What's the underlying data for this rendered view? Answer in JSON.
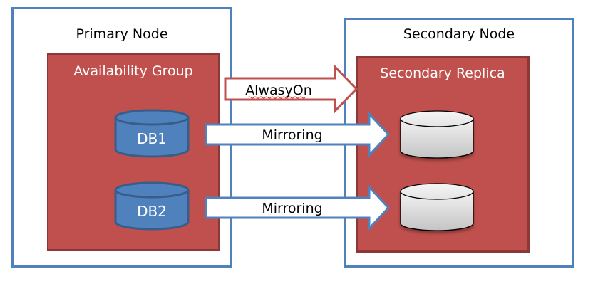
{
  "primary_node": {
    "title": "Primary Node",
    "group_title": "Availability Group",
    "databases": [
      {
        "label": "DB1"
      },
      {
        "label": "DB2"
      }
    ]
  },
  "secondary_node": {
    "title": "Secondary Node",
    "replica_title": "Secondary Replica",
    "databases": [
      {
        "label": ""
      },
      {
        "label": ""
      }
    ]
  },
  "arrows": {
    "alwayson": {
      "label": "AlwasyOn"
    },
    "mirroring_1": {
      "label": "Mirroring"
    },
    "mirroring_2": {
      "label": "Mirroring"
    }
  },
  "colors": {
    "node_border": "#4f81bd",
    "group_fill": "#c0504d",
    "group_border": "#8c3836",
    "db_fill": "#4f81bd",
    "db_border": "#385d8a",
    "replica_db_fill": "#d9d9d9"
  }
}
